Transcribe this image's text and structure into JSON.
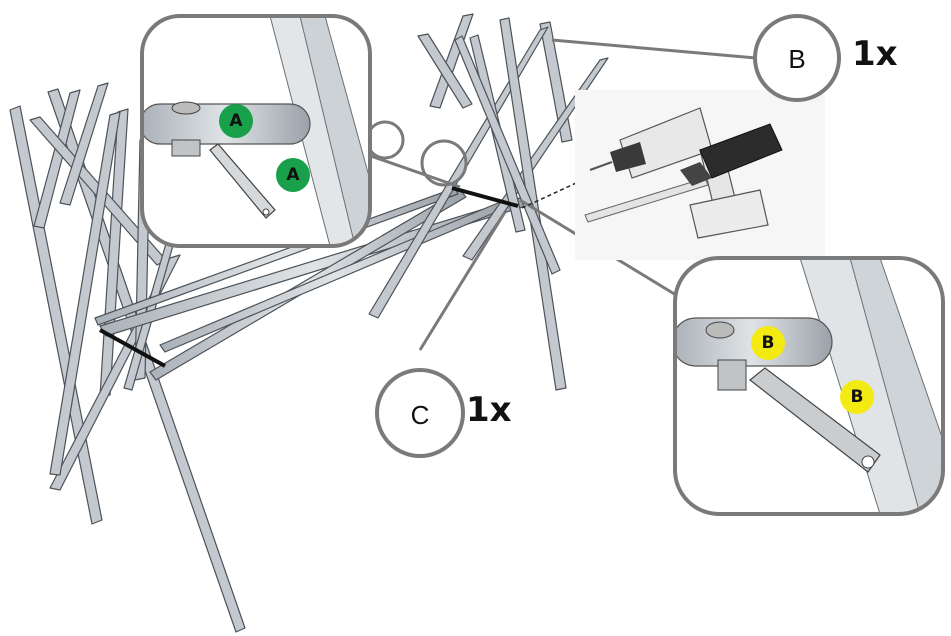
{
  "callouts": {
    "b": {
      "letter": "B",
      "quantity": "1x"
    },
    "c": {
      "letter": "C",
      "quantity": "1x"
    }
  },
  "markers": {
    "detail_a": [
      "A",
      "A"
    ],
    "detail_b": [
      "B",
      "B"
    ]
  },
  "colors": {
    "frame_tube": "#b9c0c7",
    "frame_outline": "#4d5357",
    "callout_border": "#7a7a7a",
    "marker_a": "#19a04a",
    "marker_b": "#f3ea12"
  },
  "icons": [
    "drill-icon",
    "screw-icon"
  ]
}
